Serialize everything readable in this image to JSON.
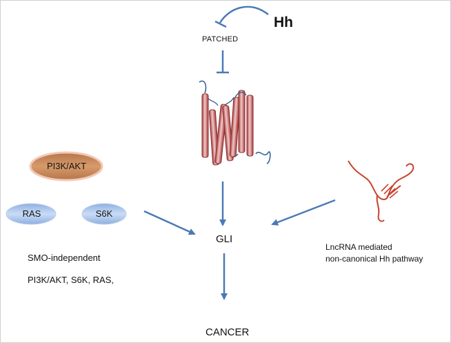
{
  "labels": {
    "hh": "Hh",
    "patched": "PATCHED",
    "gli": "GLI",
    "cancer": "CANCER",
    "pi3k_akt": "PI3K/AKT",
    "ras": "RAS",
    "s6k": "S6K",
    "smo_independent_title": "SMO-independent",
    "smo_independent_list": "PI3K/AKT, S6K, RAS,",
    "lncrna_line1": "LncRNA mediated",
    "lncrna_line2": "non-canonical Hh pathway"
  },
  "colors": {
    "arrow": "#4a7ab5",
    "membrane_protein": "#b84a4a",
    "pi3k_fill": "#c98a5a",
    "kinase_fill": "#a9c4ea",
    "lncrna": "#c8432f"
  }
}
